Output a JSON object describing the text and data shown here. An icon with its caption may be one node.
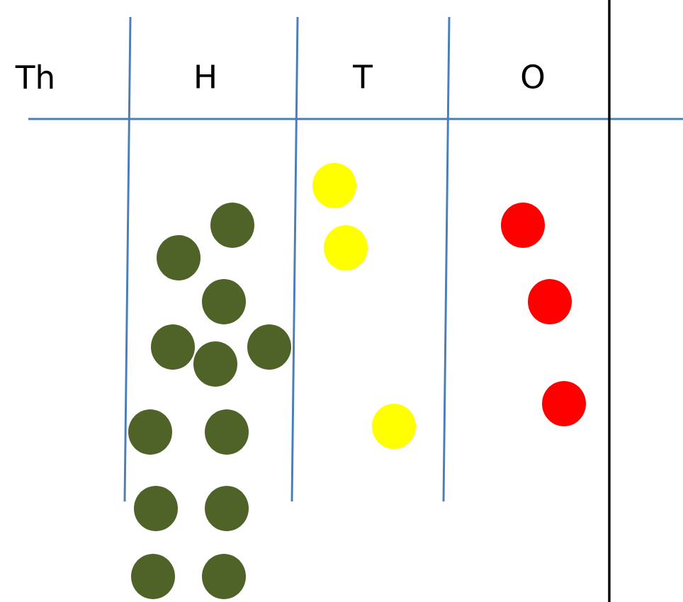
{
  "diagram": {
    "labels": [
      "Th",
      "H",
      "T",
      "O"
    ]
  }
}
